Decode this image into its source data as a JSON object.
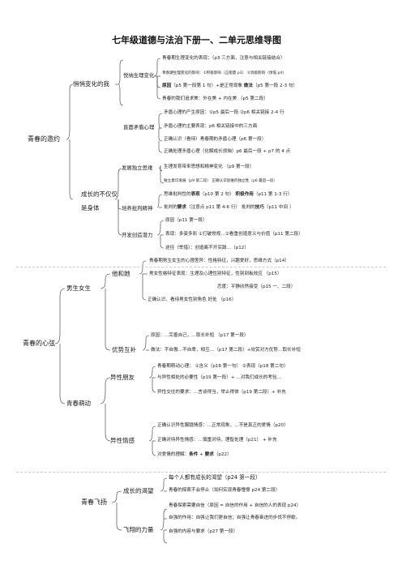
{
  "title": "七年级道德与法治下册一、二单元思维导图",
  "s1": {
    "root": "青春的邀约",
    "a": {
      "label": "悄悄变化的我",
      "b1": {
        "label": "悦纳生理变化",
        "l1": "青春期生理变化的表现：（p3 三方面，注意与相关链接结合）",
        "l2": "青春期生理变化的影响：①积极影响（正能量 p3） ②消极影响（烦恼 p4）",
        "l3_b1": "原因",
        "l3_t1": "（p5 第一段第 1 句）+是正常现象 ",
        "l3_b2": "做法",
        "l3_t2": "（p5 第一段 2-3 句）",
        "l4": "青春的我们追求美：外在美 + 内在美 （p5 第二段）"
      },
      "b2": {
        "label": "直面矛盾心理",
        "l1": "矛盾心理的产生原因：①p5 最后一段 ②p6 相关链接 2-4 行",
        "l2": "矛盾心理的主要表现：p6 相关链接中的三方面",
        "l3": "正确认识（看待）青春期的矛盾心理（p6 第一段）",
        "l4": "正确处理矛盾心理（化解成长烦恼）p6 最后一段 + p7 的 4 点"
      }
    },
    "c": {
      "label1": "成长的不仅仅",
      "label2": "是身体",
      "b1": {
        "label": "发展独立思维",
        "l1": "生理发育带来思想和精神变化 （p9 第一段）",
        "l2": "独立意识发展（p9 第二段） 正确认识思维的独立性（p6 最后一段）"
      },
      "b2": {
        "label": "培养批判精神",
        "l1_t1": "思维批判性的",
        "l1_b1": "表现",
        "l1_t2": "（p10 第 2 句） ",
        "l1_b2": "积极作用",
        "l1_t3": "（p11 第 1-3 行）",
        "l2_t1": "批判的",
        "l2_b1": "要求",
        "l2_t2": "（注意点 p11 第 4-6 行） 批判的",
        "l2_b2": "技巧",
        "l2_t3": "（p11 中间 ）"
      },
      "b3": {
        "label": "开发创造潜力",
        "l1": "原因（p11 第一段）",
        "l2": "表现：多姿多彩 ①打破常规…②看重创造意义与价值（p11 第二段）",
        "l3": "途径（举措）：创造离不开实践…（p12）"
      }
    }
  },
  "s2": {
    "root": "青春的心弦",
    "a": {
      "label": "男生女生",
      "b1": {
        "label": "他和她",
        "l1": "青春期男生女生的心理差异：性格特征，兴趣爱好，思维方式（p14）",
        "l2": "男女性格特征表现：生理及心理性别特征，性别刻板效应 （p15）",
        "l3": "恋度：平静欣然接受（p15 一、二段）",
        "l4": "正确认识、看待男女性别角色 好处 （p16）"
      },
      "b2": {
        "label": "优势互补",
        "l1": "原因：…完善自己，…取长补短 （p17 第一段）",
        "l2": "做法：不自傲…不自卑，相互…（p17 第二段）+欣赏对方优势…取长补短"
      }
    },
    "c": {
      "label": "青春萌动",
      "b1": {
        "label": "异性朋友",
        "l1": "青春期萌动心理： ①含义（p18 第一句） ②表现（p18 第二句）",
        "l2": "与异性相处的必要性（p19 第一段）+ …对我们成长的考验…",
        "l3": "异性交往的要求：…言谈得当，举止得体（p19 第二段）+ 补充"
      },
      "b2": {
        "label": "异性情感",
        "l1": "正确认识异性朦胧情感：…正常现象，…不是真正的爱情（p20）",
        "l2": "正确对待异性情感：…慎重对待，理智处理（p21） + 补充",
        "l3_t1": "对爱情的理解：",
        "l3_b1": "条件",
        "l3_t2": " + ",
        "l3_b2": "要求",
        "l3_t3": "（p22）"
      }
    }
  },
  "s3": {
    "root": "青春飞扬",
    "b1": {
      "label": "成长的渴望",
      "l1": "每个人都有成长的渴望（p24 第一段）",
      "l2": "青春的探索不会停止（如何实现青春憧憬 p24 第二段）"
    },
    "b2": {
      "label": "飞翔的力量",
      "l1": "青春探索需要自信（原因 = 自信的作用 + 自信的人的表现 p24）",
      "l2": "自强的作用：自强让我们更自信；自强让青春奋进的步伐不停歇。",
      "l3": "自强的内容与要求（p27 第一段）"
    }
  }
}
